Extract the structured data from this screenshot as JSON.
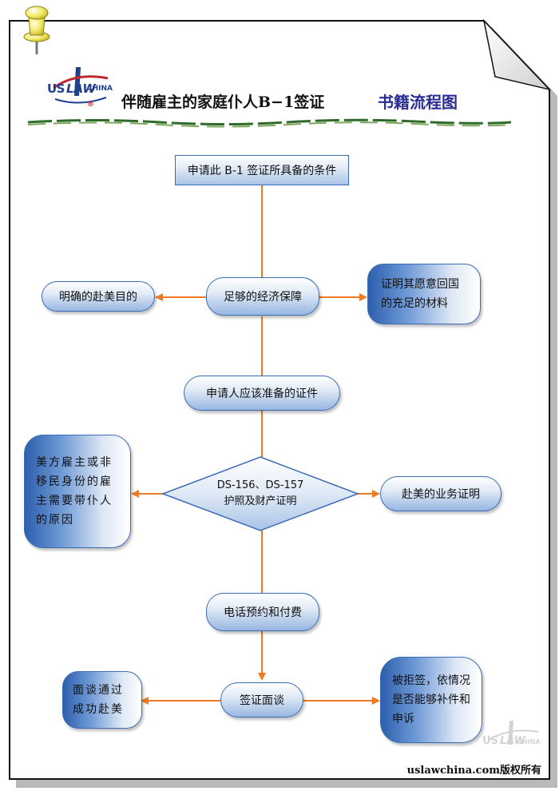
{
  "header": {
    "logo": {
      "us": "US",
      "law": "LAW",
      "china": "CHINA",
      "reg": "®"
    },
    "title": "伴随雇主的家庭仆人B−1签证",
    "subtitle": "书籍流程图"
  },
  "flow": {
    "conditions": "申请此 B-1 签证所具备的条件",
    "purpose": "明确的赴美目的",
    "economic": "足够的经济保障",
    "return_proof": "证明其愿意回国的充足的材料",
    "documents": "申请人应该准备的证件",
    "employer_reason": "美方雇主或非移民身份的雇主需要带仆人的原因",
    "ds_forms": "DS-156、DS-157",
    "passport": "护照及财产证明",
    "business_proof": "赴美的业务证明",
    "appointment": "电话预约和付费",
    "interview": "签证面谈",
    "success": "面谈通过成功赴美",
    "refused": "被拒签，依情况是否能够补件和申诉"
  },
  "footer": {
    "copyright": "uslawchina.com版权所有"
  },
  "colors": {
    "box_border": "#3a6cb8",
    "arrow": "#f07a22",
    "title_accent": "#2a2e92",
    "pin": "#f2ea6a"
  }
}
